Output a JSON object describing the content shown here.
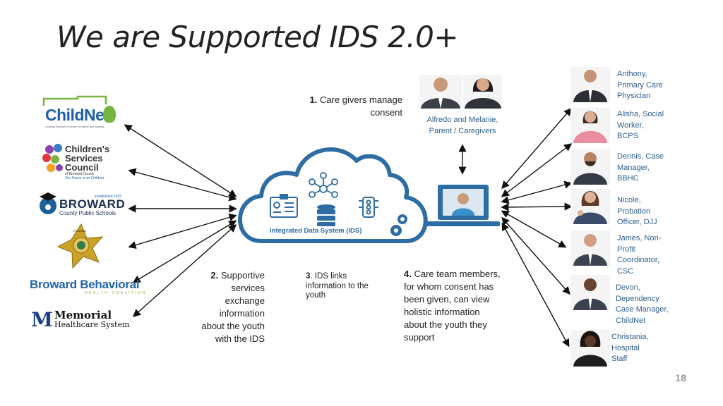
{
  "title": "We are Supported IDS 2.0+",
  "logos": {
    "childnet": {
      "name": "ChildNet",
      "tagline": "Leading Broward children to safety and stability"
    },
    "csc": {
      "line1": "Children's",
      "line2": "Services",
      "line3": "Council",
      "line4": "of Broward County",
      "line5": "Our Focus is on Children."
    },
    "broward_schools": {
      "established": "Established 1915",
      "name": "BROWARD",
      "sub": "County Public Schools"
    },
    "sheriff": {
      "text": "FLORIDA"
    },
    "bbhc": {
      "line1": "Broward Behavioral",
      "line2": "HEALTH COALITION"
    },
    "memorial": {
      "mark": "M",
      "line1": "Memorial",
      "line2": "Healthcare System"
    }
  },
  "steps": {
    "s1": {
      "num": "1.",
      "line1": "Care givers manage",
      "line2": "consent"
    },
    "s2": {
      "num": "2.",
      "line1": "Supportive",
      "line2": "services",
      "line3": "exchange",
      "line4": "information",
      "line5": "about the youth",
      "line6": "with the IDS"
    },
    "s3": {
      "num": "3",
      "line1": ". IDS links",
      "line2": "information to the",
      "line3": "youth"
    },
    "s4": {
      "num": "4.",
      "line1": "Care team members,",
      "line2": "for whom consent has",
      "line3": "been given, can view",
      "line4": "holistic information",
      "line5": "about the youth they",
      "line6": "support"
    }
  },
  "cloud_label": "Integrated Data System (IDS)",
  "caregivers": {
    "line1": "Alfredo and Melanie,",
    "line2": "Parent / Caregivers"
  },
  "team": [
    {
      "lines": [
        "Anthony,",
        "Primary Care",
        "Physician"
      ]
    },
    {
      "lines": [
        "Alisha, Social",
        "Worker,",
        "BCPS"
      ]
    },
    {
      "lines": [
        "Dennis, Case",
        "Manager,",
        "BBHC"
      ]
    },
    {
      "lines": [
        "Nicole,",
        "Probation",
        "Officer, DJJ"
      ]
    },
    {
      "lines": [
        "James, Non-",
        "Profit",
        "Coordinator,",
        "CSC"
      ]
    },
    {
      "lines": [
        "Devon,",
        "Dependency",
        "Case Manager,",
        "ChildNet"
      ]
    },
    {
      "lines": [
        "Christania,",
        "Hospital",
        "Staff"
      ]
    }
  ],
  "page_number": "18",
  "colors": {
    "accent": "#2e6da4",
    "name_text": "#2e5f8f"
  }
}
